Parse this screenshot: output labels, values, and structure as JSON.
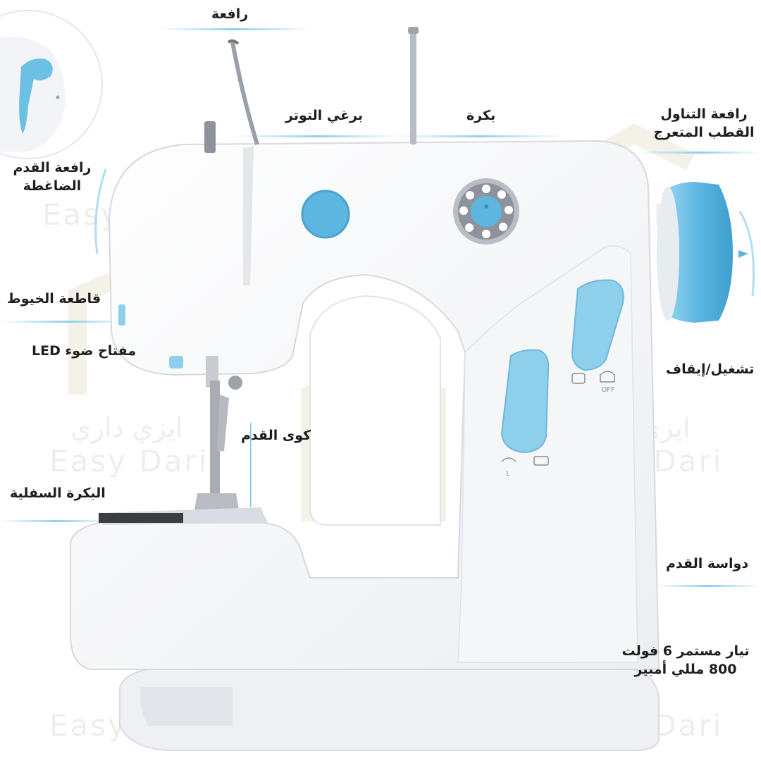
{
  "labels": {
    "lifter": "رافعة",
    "tension_screw": "برغي التوتر",
    "spool": "بكرة",
    "zigzag_lever_line1": "رافعة التناول",
    "zigzag_lever_line2": "القطب المتعرج",
    "presser_foot_lifter_line1": "رافعة القدم",
    "presser_foot_lifter_line2": "الضاغطة",
    "thread_cutter": "قاطعة الخيوط",
    "led_switch": "مفتاح ضوء LED",
    "power_switch": "تشغيل/إيقاف",
    "presser_foot": "كوى القدم",
    "bobbin": "البكرة السفلية",
    "foot_pedal": "دواسة القدم",
    "power_line1": "تيار مستمر 6 فولت",
    "power_line2": "800 مللي أمبير"
  },
  "watermark": {
    "latin": "Easy Dari",
    "arabic": "ايزي داري"
  },
  "machine_markings": {
    "off_label": "OFF",
    "speed_label": "L"
  },
  "colors": {
    "accent_blue": "#6cc0e4",
    "body_white": "#f7f8fa",
    "guide_line": "#8fd0ec",
    "text": "#1e1e1e"
  }
}
